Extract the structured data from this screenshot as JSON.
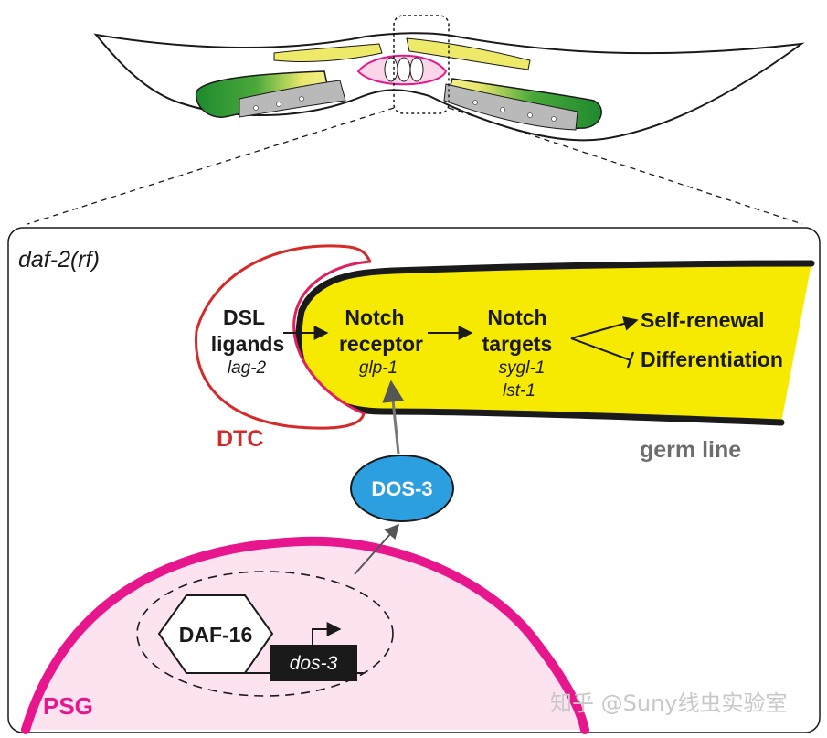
{
  "panel_title": "daf-2(rf)",
  "colors": {
    "dtc": "#d42a2a",
    "germline_fill": "#f6ea00",
    "psg": "#e8168c",
    "psg_fill": "#fde2f0",
    "dos3_fill": "#2b9fe0",
    "worm_green": "#1e8a2e",
    "worm_gray": "#b9b9b9",
    "text_gray": "#6d6d6d"
  },
  "dtc": {
    "label": "DTC",
    "ligand_line1": "DSL",
    "ligand_line2": "ligands",
    "ligand_gene": "lag-2"
  },
  "notch_receptor": {
    "line1": "Notch",
    "line2": "receptor",
    "gene": "glp-1"
  },
  "notch_targets": {
    "line1": "Notch",
    "line2": "targets",
    "gene1": "sygl-1",
    "gene2": "lst-1"
  },
  "outcomes": {
    "activate": "Self-renewal",
    "inhibit": "Differentiation"
  },
  "germline_label": "germ line",
  "dos3_protein": "DOS-3",
  "psg": {
    "label": "PSG",
    "tf": "DAF-16",
    "gene": "dos-3"
  },
  "watermark": "知乎 @Suny线虫实验室"
}
